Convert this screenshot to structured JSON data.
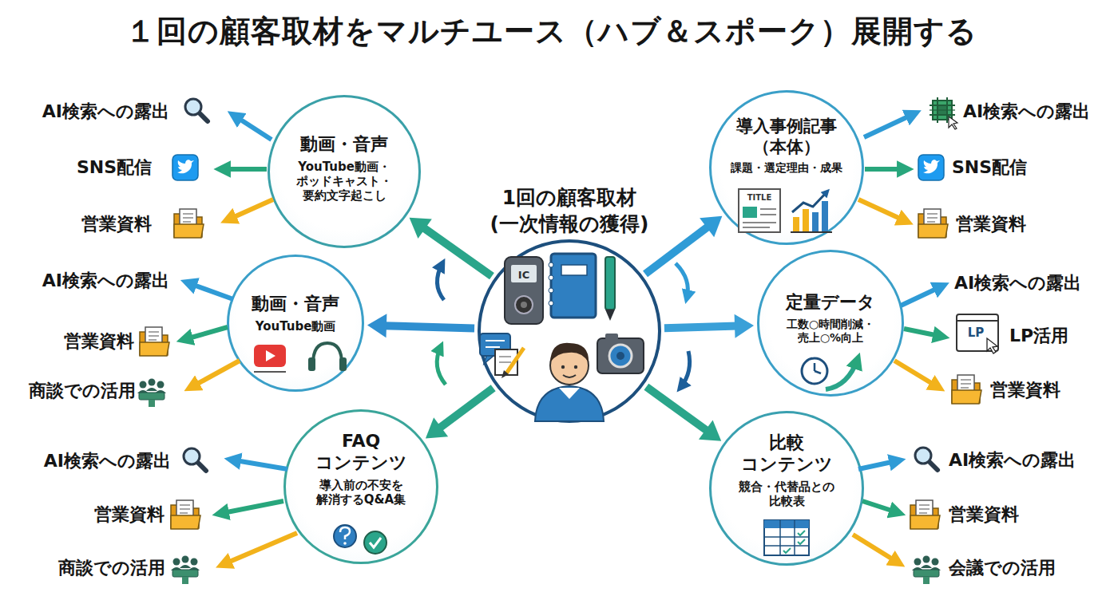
{
  "diagram": {
    "title": "１回の顧客取材をマルチユース（ハブ＆スポーク）展開する",
    "nodes": [
      {
        "text": [
          "1回の顧客取材 (一次情報の獲得)"
        ]
      },
      {
        "text": [
          "動画・音声",
          "YouTube動画・ポッドキャスト・要約文字起こし"
        ]
      },
      {
        "text": [
          "導入事例記事 （本体）",
          "課題・選定理由・成果"
        ]
      },
      {
        "text": [
          "動画・音声",
          "YouTube動画"
        ]
      },
      {
        "text": [
          "定量データ",
          "工数○時間削減・売上○%向上"
        ]
      },
      {
        "text": [
          "FAQ コンテンツ",
          "導入前の不安を解消するQ&A集"
        ]
      },
      {
        "text": [
          "比較 コンテンツ",
          "競合・代替品との比較表"
        ]
      }
    ],
    "edges": [
      {
        "from": 0,
        "to": 1,
        "arrow": "to"
      },
      {
        "from": 0,
        "to": 2,
        "arrow": "to"
      },
      {
        "from": 0,
        "to": 3,
        "arrow": "to"
      },
      {
        "from": 0,
        "to": 4,
        "arrow": "to"
      },
      {
        "from": 0,
        "to": 5,
        "arrow": "to"
      },
      {
        "from": 0,
        "to": 6,
        "arrow": "to"
      }
    ],
    "labels": [
      "AI検索への露出",
      "SNS配信",
      "営業資料",
      "AI検索への露出",
      "営業資料",
      "商談での活用",
      "AI検索への露出",
      "営業資料",
      "商談での活用",
      "AI検索への露出",
      "SNS配信",
      "営業資料",
      "AI検索への露出",
      "LP活用",
      "営業資料",
      "AI検索への露出",
      "営業資料",
      "会議での活用",
      "IC",
      "TITLE",
      "LP"
    ]
  }
}
